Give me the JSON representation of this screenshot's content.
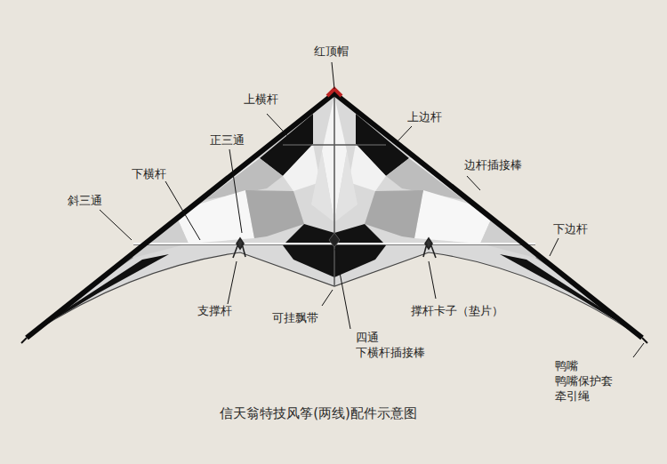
{
  "diagram": {
    "caption": "信天翁特技风筝(两线)配件示意图",
    "labels": [
      "红顶帽",
      "上横杆",
      "上边杆",
      "正三通",
      "边杆插接棒",
      "下横杆",
      "斜三通",
      "下边杆",
      "支撑杆",
      "可挂飘带",
      "四通",
      "下横杆插接棒",
      "撑杆卡子（垫片）",
      "鸭嘴",
      "鸭嘴保护套",
      "牵引绳"
    ]
  }
}
